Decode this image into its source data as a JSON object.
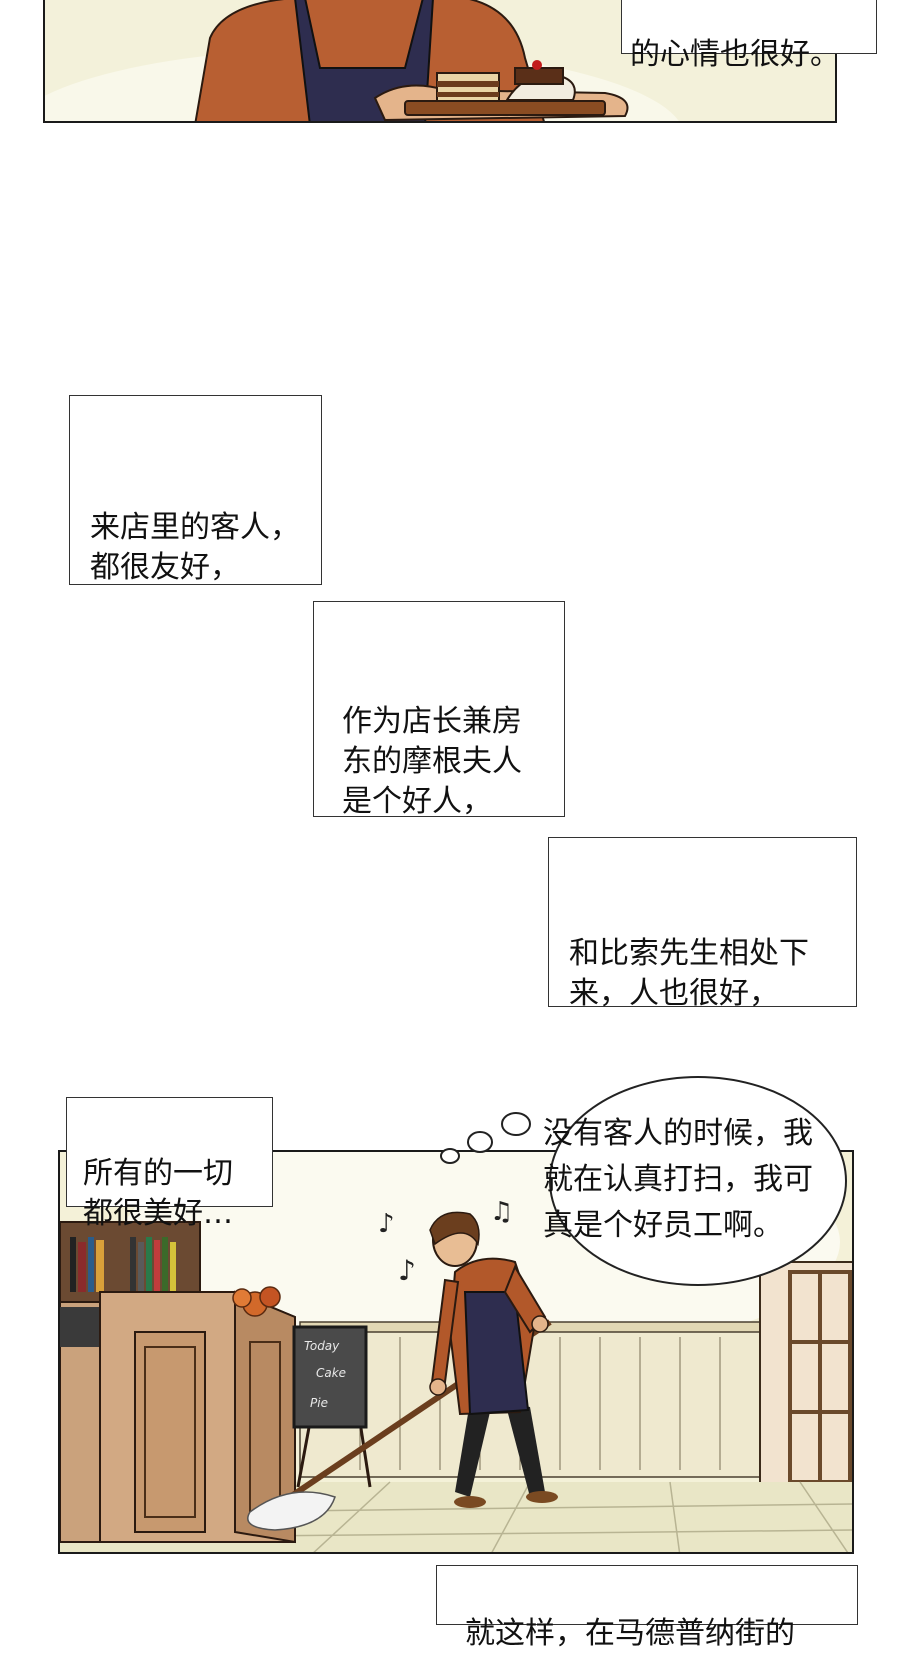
{
  "top_caption": "的心情也很好。",
  "captions": [
    {
      "id": "c1",
      "text": "来店里的客人，\n都很友好，"
    },
    {
      "id": "c2",
      "text": "作为店长兼房\n东的摩根夫人\n是个好人，"
    },
    {
      "id": "c3",
      "text": "和比索先生相处下\n来，人也很好，"
    },
    {
      "id": "c4",
      "text": "所有的一切\n都很美好…"
    }
  ],
  "thought_bubble": "没有客人的时候，我\n就在认真打扫，我可\n真是个好员工啊。",
  "chalkboard": [
    "Today",
    "Cake",
    "Pie"
  ],
  "bottom_caption": "就这样，在马德普纳街的"
}
